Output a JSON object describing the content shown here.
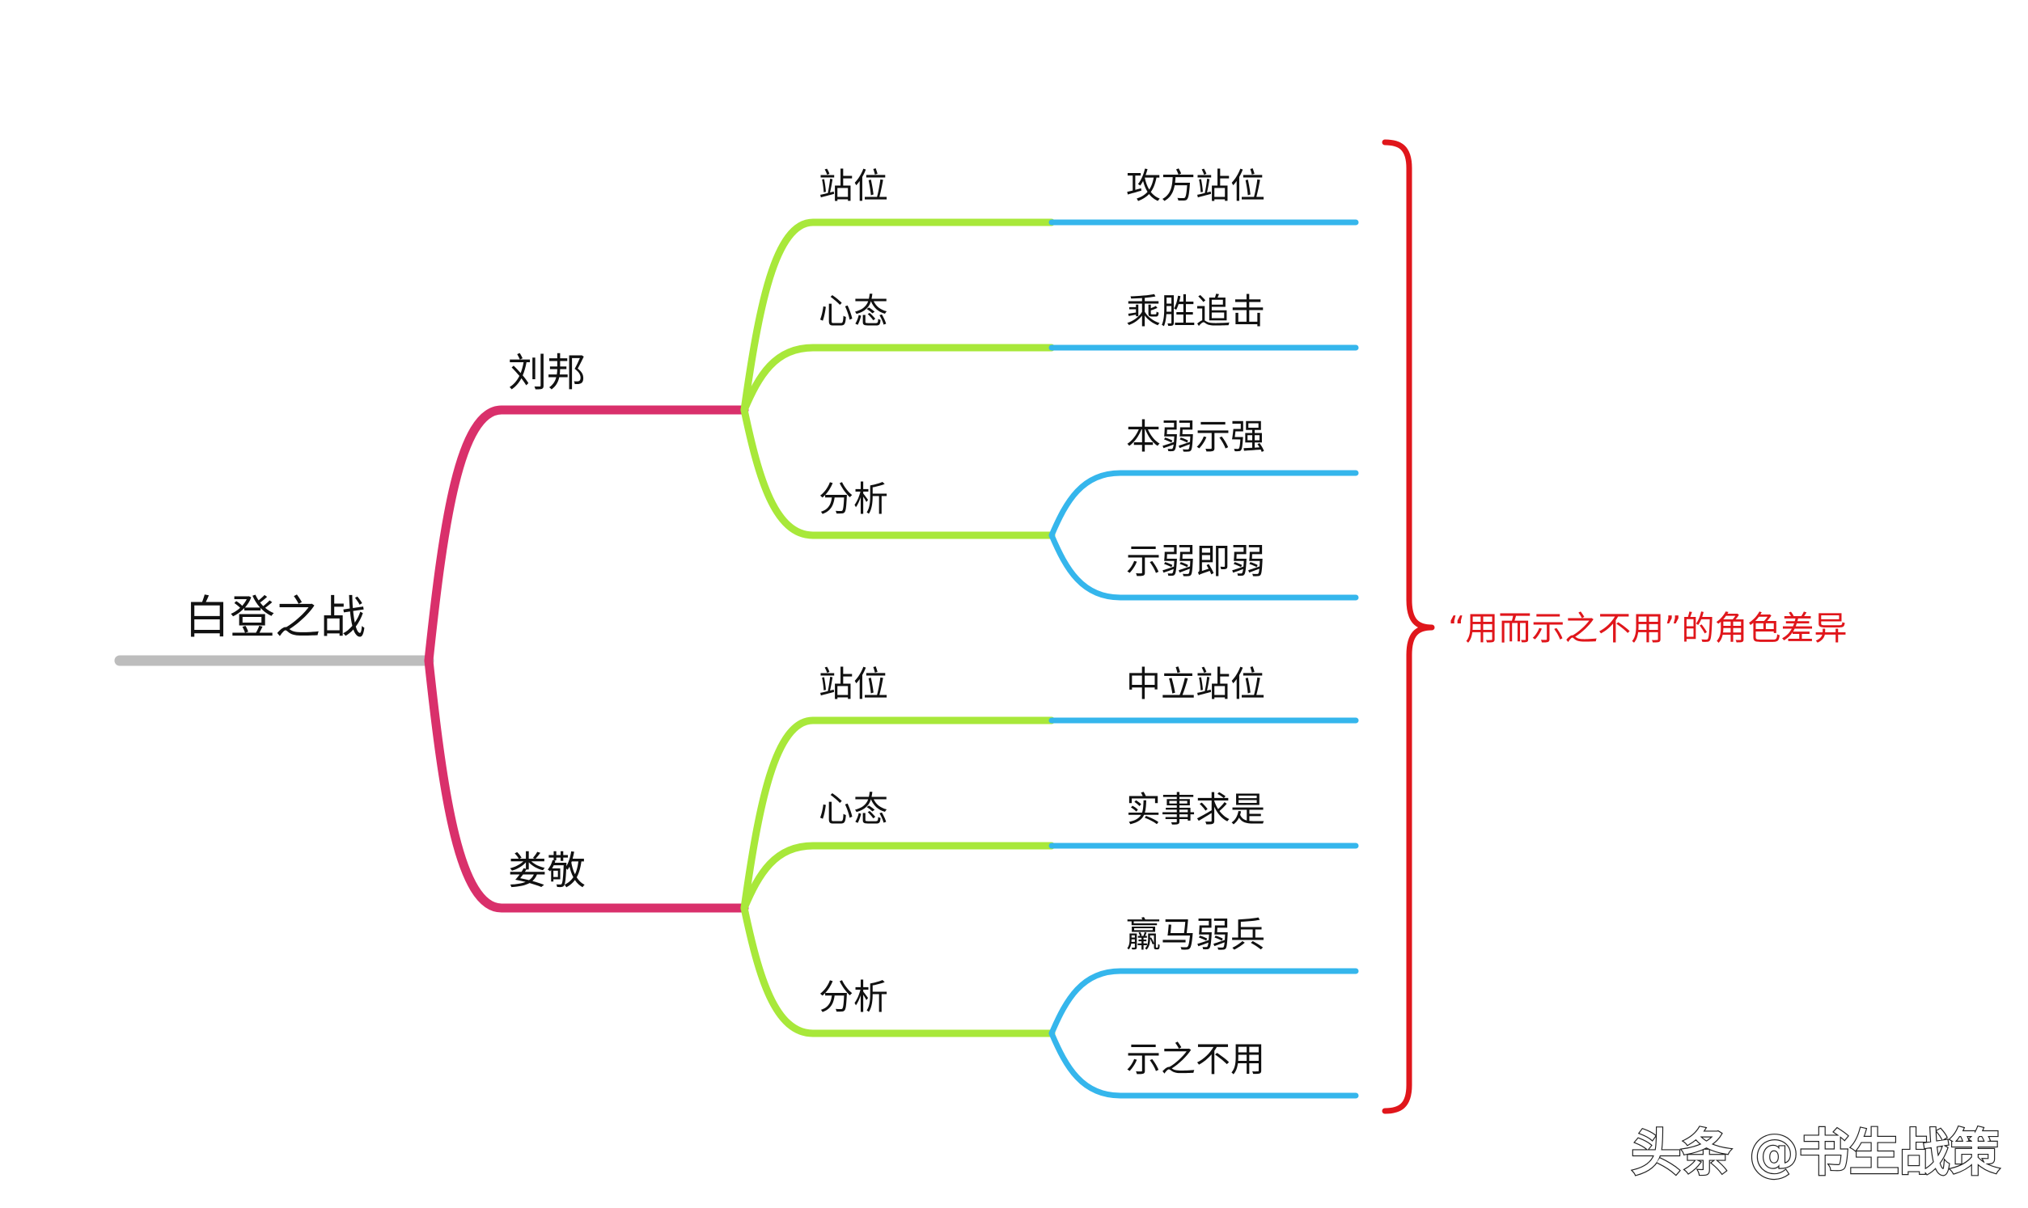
{
  "root": {
    "label": "白登之战"
  },
  "colors": {
    "root_line": "#bdbdbd",
    "hub": "#1a73f0",
    "level1": "#d9306b",
    "level2": "#a8e83a",
    "level3": "#35b6ec",
    "brace": "#e0161b",
    "note": "#e0161b"
  },
  "branches": [
    {
      "label": "刘邦",
      "children": [
        {
          "label": "站位",
          "leaves": [
            "攻方站位"
          ]
        },
        {
          "label": "心态",
          "leaves": [
            "乘胜追击"
          ]
        },
        {
          "label": "分析",
          "leaves": [
            "本弱示强",
            "示弱即弱"
          ]
        }
      ]
    },
    {
      "label": "娄敬",
      "children": [
        {
          "label": "站位",
          "leaves": [
            "中立站位"
          ]
        },
        {
          "label": "心态",
          "leaves": [
            "实事求是"
          ]
        },
        {
          "label": "分析",
          "leaves": [
            "羸马弱兵",
            "示之不用"
          ]
        }
      ]
    }
  ],
  "annotation": {
    "text": "“用而示之不用”的角色差异"
  },
  "watermark": {
    "text": "头条 @书生战策"
  }
}
